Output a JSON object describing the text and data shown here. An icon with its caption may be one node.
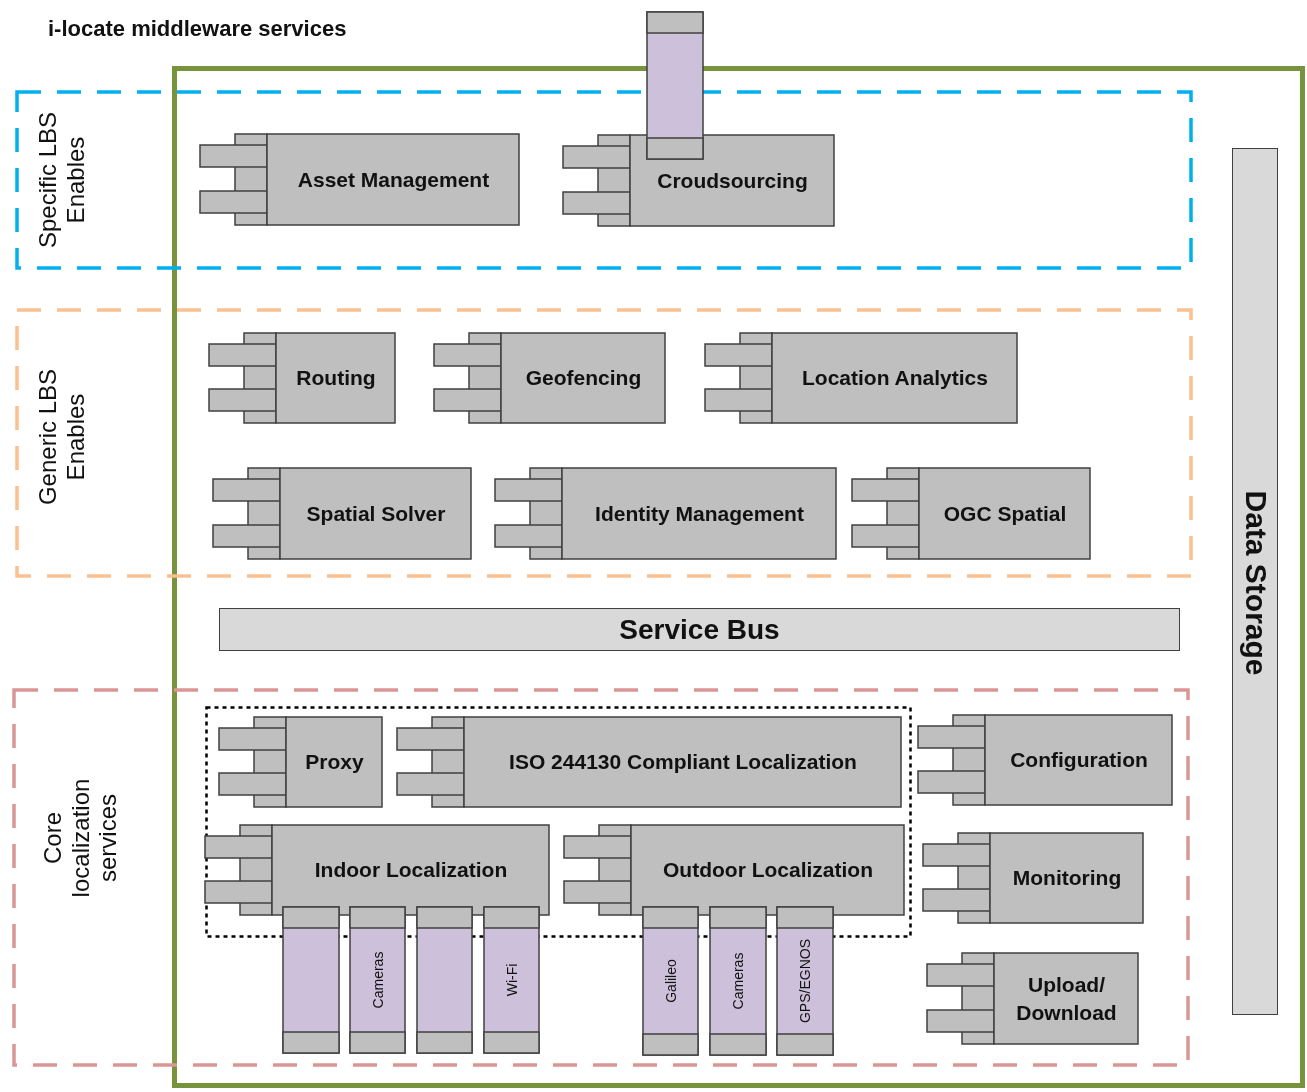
{
  "diagram": {
    "title": "i-locate middleware services",
    "nodes": [
      {
        "text": [],
        "shape": "box"
      },
      {
        "text": [
          "Specific LBS Enables"
        ]
      },
      {
        "text": [
          "Asset Management"
        ],
        "in": 1
      },
      {
        "text": [
          "Croudsourcing"
        ],
        "in": 1
      },
      {
        "text": [],
        "shape": "bar"
      },
      {
        "text": [
          "Generic LBS Enables"
        ]
      },
      {
        "text": [
          "Routing"
        ],
        "in": 5
      },
      {
        "text": [
          "Geofencing"
        ],
        "in": 5
      },
      {
        "text": [
          "Location Analytics"
        ],
        "in": 5
      },
      {
        "text": [
          "Spatial Solver"
        ],
        "in": 5
      },
      {
        "text": [
          "Identity Management"
        ],
        "in": 5
      },
      {
        "text": [
          "OGC Spatial"
        ],
        "in": 5
      },
      {
        "text": [
          "Service Bus"
        ],
        "in": 0
      },
      {
        "text": [
          "Data Storage"
        ],
        "in": 0
      },
      {
        "text": [
          "Core localization services"
        ]
      },
      {
        "text": [],
        "shape": "box",
        "in": 14
      },
      {
        "text": [
          "Proxy"
        ],
        "in": 15
      },
      {
        "text": [
          "ISO 244130 Compliant Localization"
        ],
        "in": 15
      },
      {
        "text": [
          "Configuration"
        ],
        "in": 14
      },
      {
        "text": [
          "Indoor Localization"
        ],
        "in": 15
      },
      {
        "text": [
          "Outdoor Localization"
        ],
        "in": 15
      },
      {
        "text": [
          "Monitoring"
        ],
        "in": 14
      },
      {
        "text": [],
        "shape": "bar",
        "in": 14
      },
      {
        "text": [
          "Cameras"
        ],
        "in": 14
      },
      {
        "text": [],
        "shape": "bar",
        "in": 14
      },
      {
        "text": [
          "Wi-Fi"
        ],
        "in": 14
      },
      {
        "text": [
          "Galileo"
        ],
        "in": 14
      },
      {
        "text": [
          "Cameras"
        ],
        "in": 14
      },
      {
        "text": [
          "GPS/EGNOS"
        ],
        "in": 14
      },
      {
        "text": [
          "Upload/ Download"
        ],
        "in": 14
      }
    ]
  }
}
